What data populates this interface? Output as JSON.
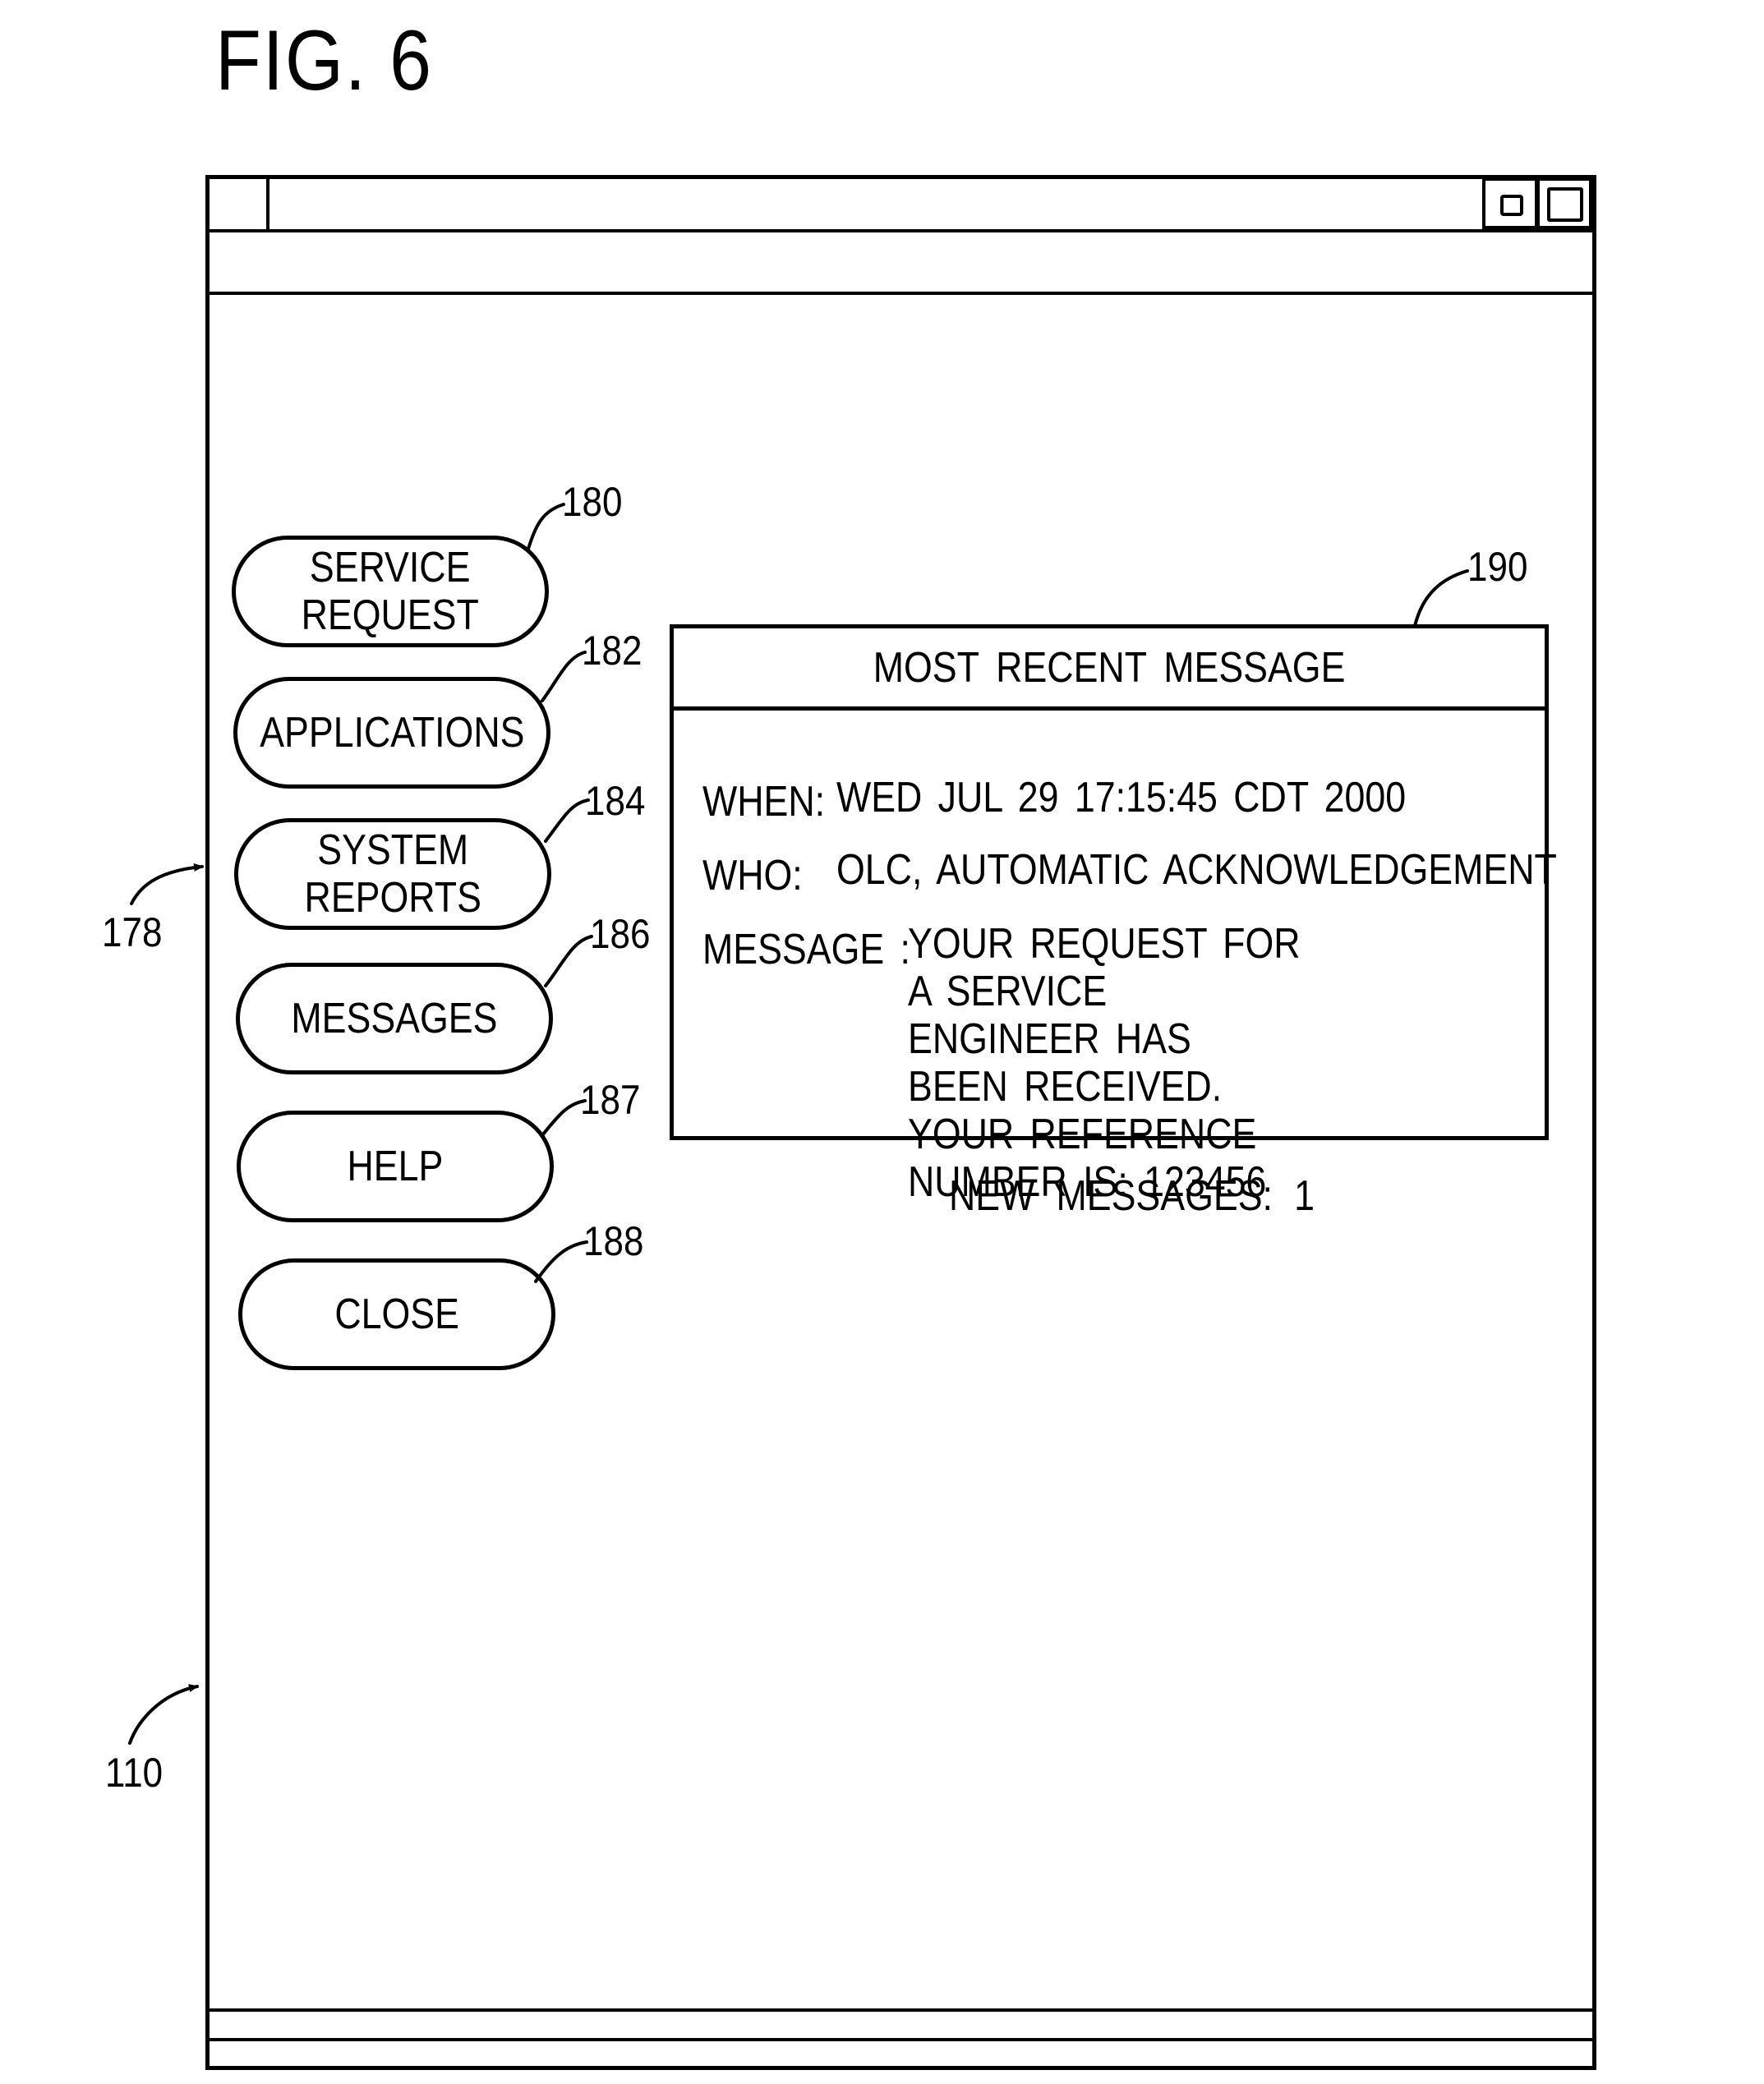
{
  "figure": {
    "title": "FIG. 6"
  },
  "reference_numerals": {
    "window": "110",
    "button_group": "178",
    "service_request": "180",
    "applications": "182",
    "system_reports": "184",
    "messages": "186",
    "help": "187",
    "close": "188",
    "message_panel": "190"
  },
  "buttons": {
    "service_request": "SERVICE\nREQUEST",
    "applications": "APPLICATIONS",
    "system_reports": "SYSTEM\nREPORTS",
    "messages": "MESSAGES",
    "help": "HELP",
    "close": "CLOSE"
  },
  "message_panel": {
    "header": "MOST RECENT MESSAGE",
    "when_label": "WHEN:",
    "when_value": "WED JUL 29 17:15:45 CDT 2000",
    "who_label": "WHO:",
    "who_value": "OLC, AUTOMATIC ACKNOWLEDGEMENT",
    "message_label": "MESSAGE :",
    "message_value": "YOUR REQUEST FOR A SERVICE ENGINEER HAS BEEN RECEIVED. YOUR REFERENCE NUMBER IS: 123456"
  },
  "status": {
    "new_messages": "NEW MESSAGES: 1"
  }
}
